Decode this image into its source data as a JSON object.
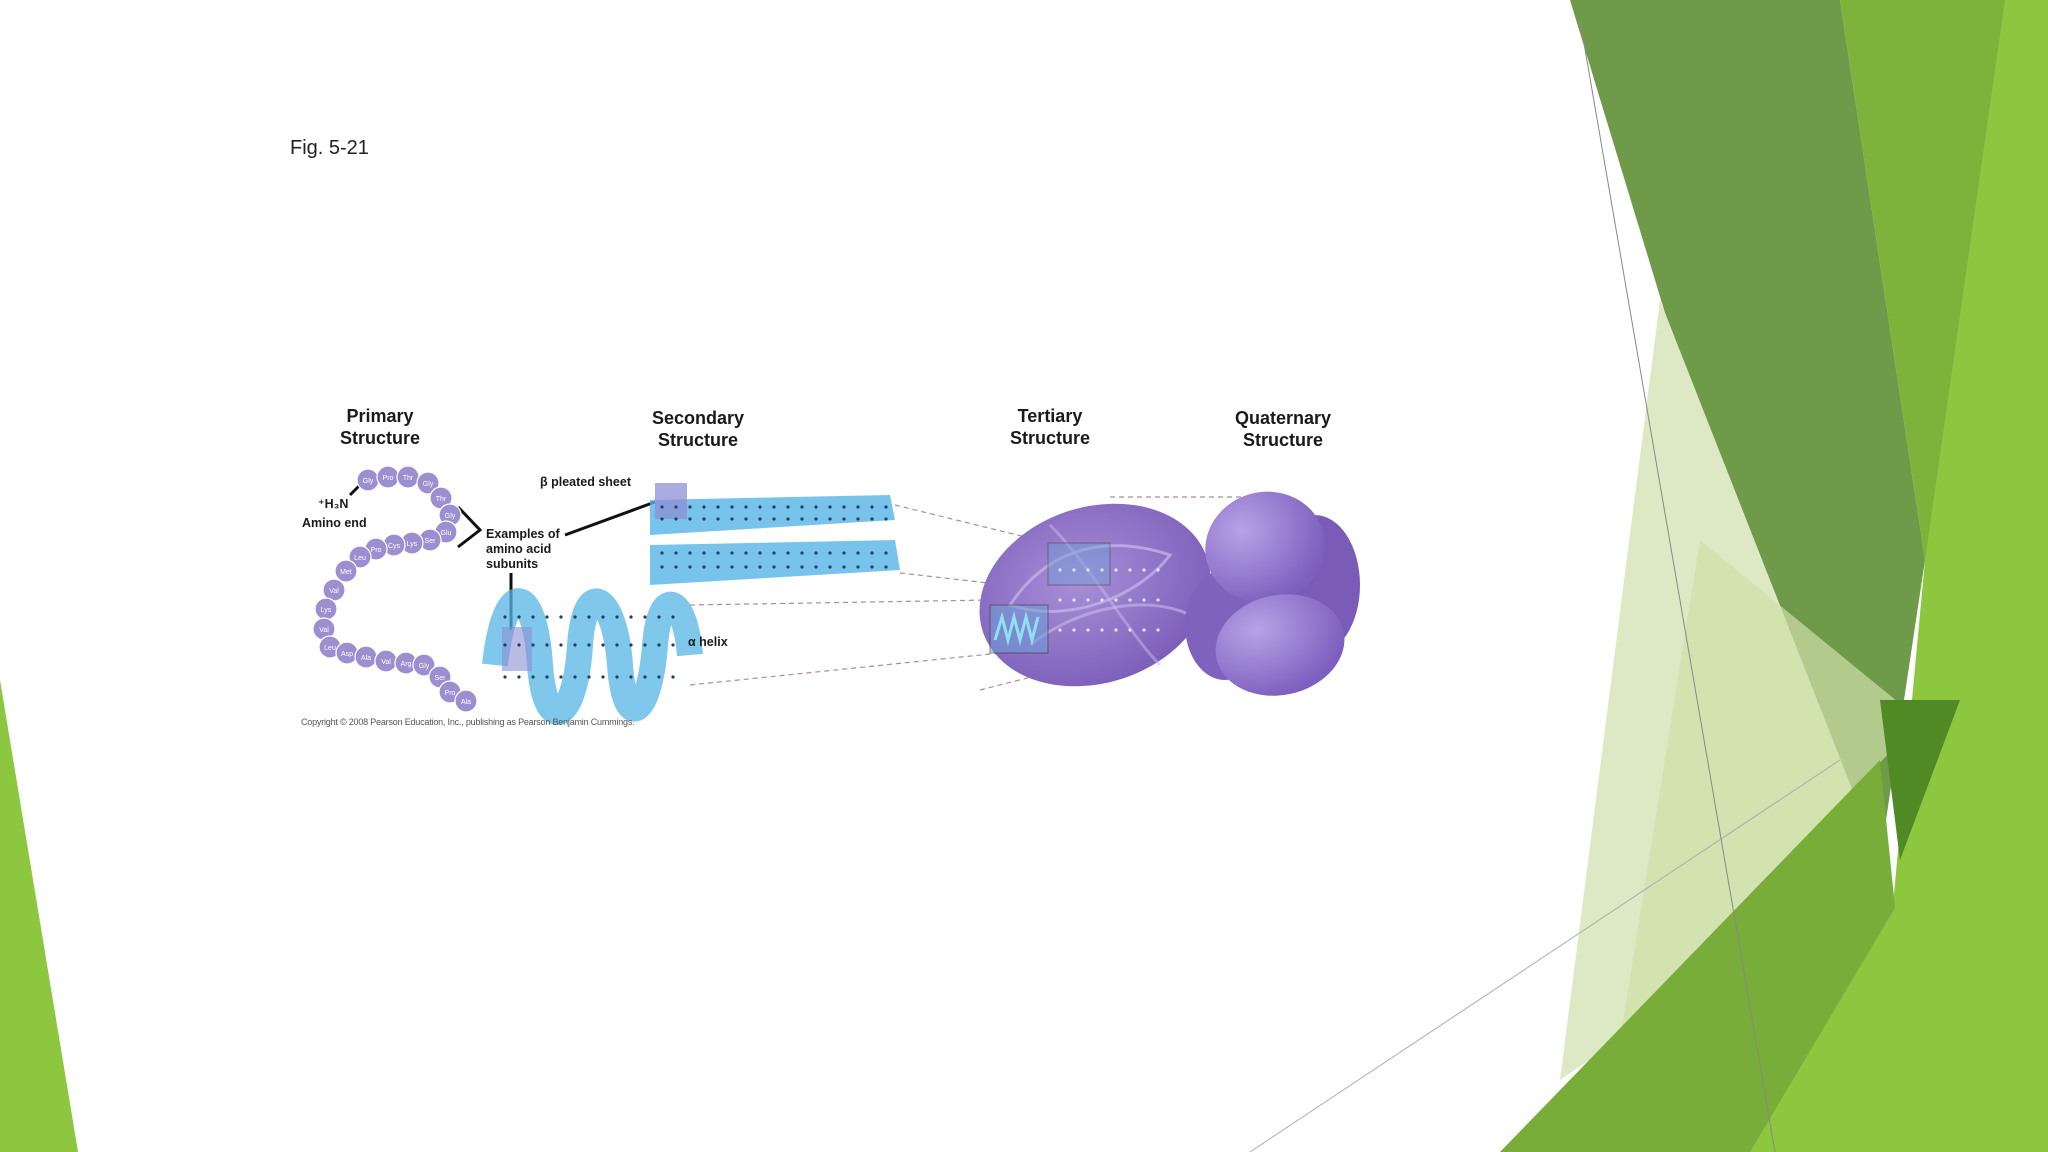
{
  "slide": {
    "figure_label": "Fig. 5-21"
  },
  "diagram": {
    "stages": [
      {
        "line1": "Primary",
        "line2": "Structure"
      },
      {
        "line1": "Secondary",
        "line2": "Structure"
      },
      {
        "line1": "Tertiary",
        "line2": "Structure"
      },
      {
        "line1": "Quaternary",
        "line2": "Structure"
      }
    ],
    "amino_end_group": "⁺H₃N",
    "amino_end_label": "Amino end",
    "examples_label_lines": [
      "Examples of",
      "amino acid",
      "subunits"
    ],
    "pleated_sheet_label": "β pleated sheet",
    "helix_label": "α helix",
    "amino_acid_chain": [
      "Gly",
      "Pro",
      "Thr",
      "Gly",
      "Thr",
      "Gly",
      "Glu",
      "Ser",
      "Lys",
      "Cys",
      "Pro",
      "Leu",
      "Met",
      "Val",
      "Lys",
      "Val",
      "Leu",
      "Asp",
      "Ala",
      "Val",
      "Arg",
      "Gly",
      "Ser",
      "Pro",
      "Ala"
    ],
    "copyright": "Copyright © 2008 Pearson Education, Inc., publishing as Pearson Benjamin Cummings.",
    "colors": {
      "amino_acid_bead": "#9b8fd0",
      "protein_purple": "#8a6fc4",
      "secondary_blue": "#56b4e6"
    }
  },
  "theme": {
    "colors": {
      "green_light": "#8dc63f",
      "green_mid": "#78ad3a",
      "green_dark": "#5a9a2a",
      "green_olive": "#6e9a4a",
      "green_pale": "#dde9c4"
    }
  }
}
